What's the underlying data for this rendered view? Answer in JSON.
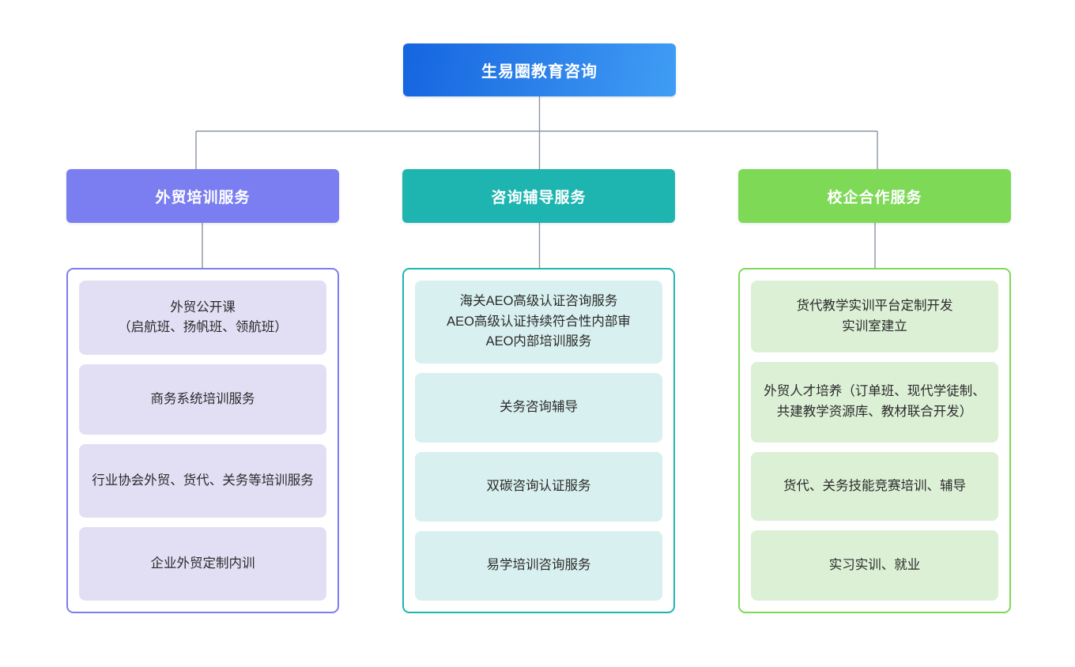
{
  "diagram": {
    "type": "org-chart",
    "background_color": "#ffffff",
    "connector_color": "#8a94a6",
    "root": {
      "label": "生易圈教育咨询",
      "color_start": "#1565e0",
      "color_end": "#3f9df5",
      "text_color": "#ffffff"
    },
    "branches": [
      {
        "id": "training",
        "label": "外贸培训服务",
        "accent": "#7b7ef0",
        "leaf_fill": "#e2dff5",
        "items": [
          "外贸公开课\n（启航班、扬帆班、领航班）",
          "商务系统培训服务",
          "行业协会外贸、货代、关务等培训服务",
          "企业外贸定制内训"
        ]
      },
      {
        "id": "consulting",
        "label": "咨询辅导服务",
        "accent": "#1eb5b0",
        "leaf_fill": "#d8f0ef",
        "items": [
          "海关AEO高级认证咨询服务\nAEO高级认证持续符合性内部审\nAEO内部培训服务",
          "关务咨询辅导",
          "双碳咨询认证服务",
          "易学培训咨询服务"
        ]
      },
      {
        "id": "school-enterprise",
        "label": "校企合作服务",
        "accent": "#7ed957",
        "leaf_fill": "#dcf0d6",
        "items": [
          "货代教学实训平台定制开发\n实训室建立",
          "外贸人才培养（订单班、现代学徒制、共建教学资源库、教材联合开发）",
          "货代、关务技能竞赛培训、辅导",
          "实习实训、就业"
        ]
      }
    ]
  }
}
